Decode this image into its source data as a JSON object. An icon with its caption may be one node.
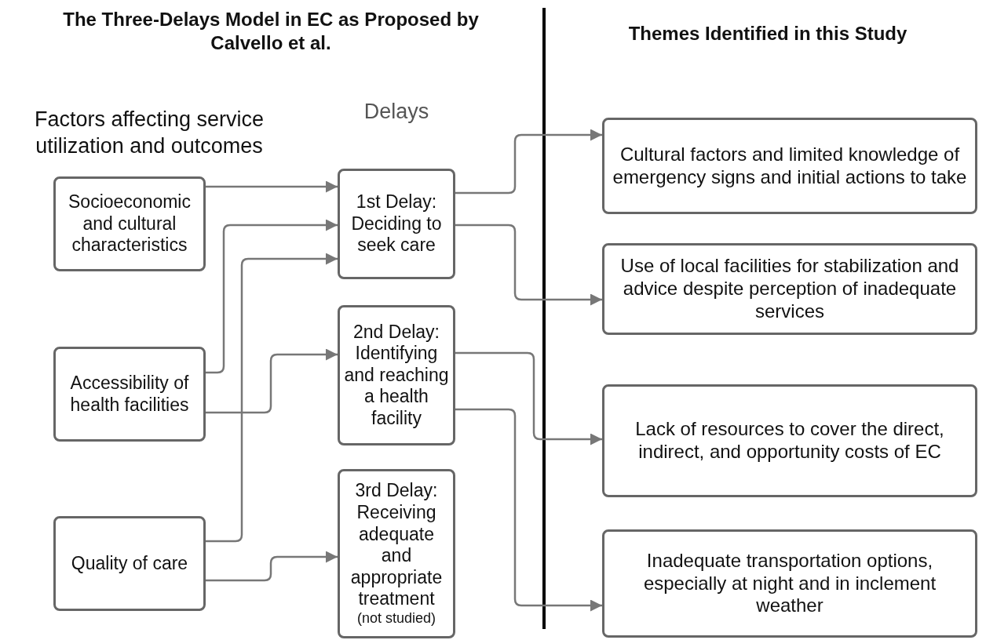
{
  "diagram": {
    "title": "The Three-Delays Model in EC as Proposed by Calvello et al.",
    "nodes": [
      {
        "text": [
          "Socioeconomic and cultural characteristics"
        ]
      },
      {
        "text": [
          "Accessibility of health facilities"
        ]
      },
      {
        "text": [
          "Quality of care"
        ]
      },
      {
        "text": [
          "1st Delay: Deciding to seek care"
        ]
      },
      {
        "text": [
          "2nd Delay: Identifying and reaching a health facility"
        ]
      },
      {
        "text": [
          "3rd Delay: Receiving adequate and appropriate treatment",
          "(not studied)"
        ]
      },
      {
        "text": [
          "Cultural factors and limited knowledge of emergency signs and initial actions to take"
        ]
      },
      {
        "text": [
          "Use of local facilities for stabilization and advice despite perception of inadequate services"
        ]
      },
      {
        "text": [
          "Lack of resources to cover the direct, indirect, and opportunity costs of EC"
        ]
      },
      {
        "text": [
          "Inadequate transportation options, especially at night and in inclement weather"
        ]
      }
    ],
    "edges": [
      {
        "from": 0,
        "to": 3,
        "arrow": "to"
      },
      {
        "from": 1,
        "to": 3,
        "arrow": "to"
      },
      {
        "from": 2,
        "to": 3,
        "arrow": "to"
      },
      {
        "from": 1,
        "to": 4,
        "arrow": "to"
      },
      {
        "from": 2,
        "to": 5,
        "arrow": "to"
      },
      {
        "from": 3,
        "to": 6,
        "arrow": "to"
      },
      {
        "from": 3,
        "to": 7,
        "arrow": "to"
      },
      {
        "from": 4,
        "to": 8,
        "arrow": "to"
      },
      {
        "from": 4,
        "to": 9,
        "arrow": "to"
      }
    ],
    "labels": [
      "Themes Identified in this Study",
      "Factors affecting service utilization and outcomes",
      "Delays"
    ]
  }
}
